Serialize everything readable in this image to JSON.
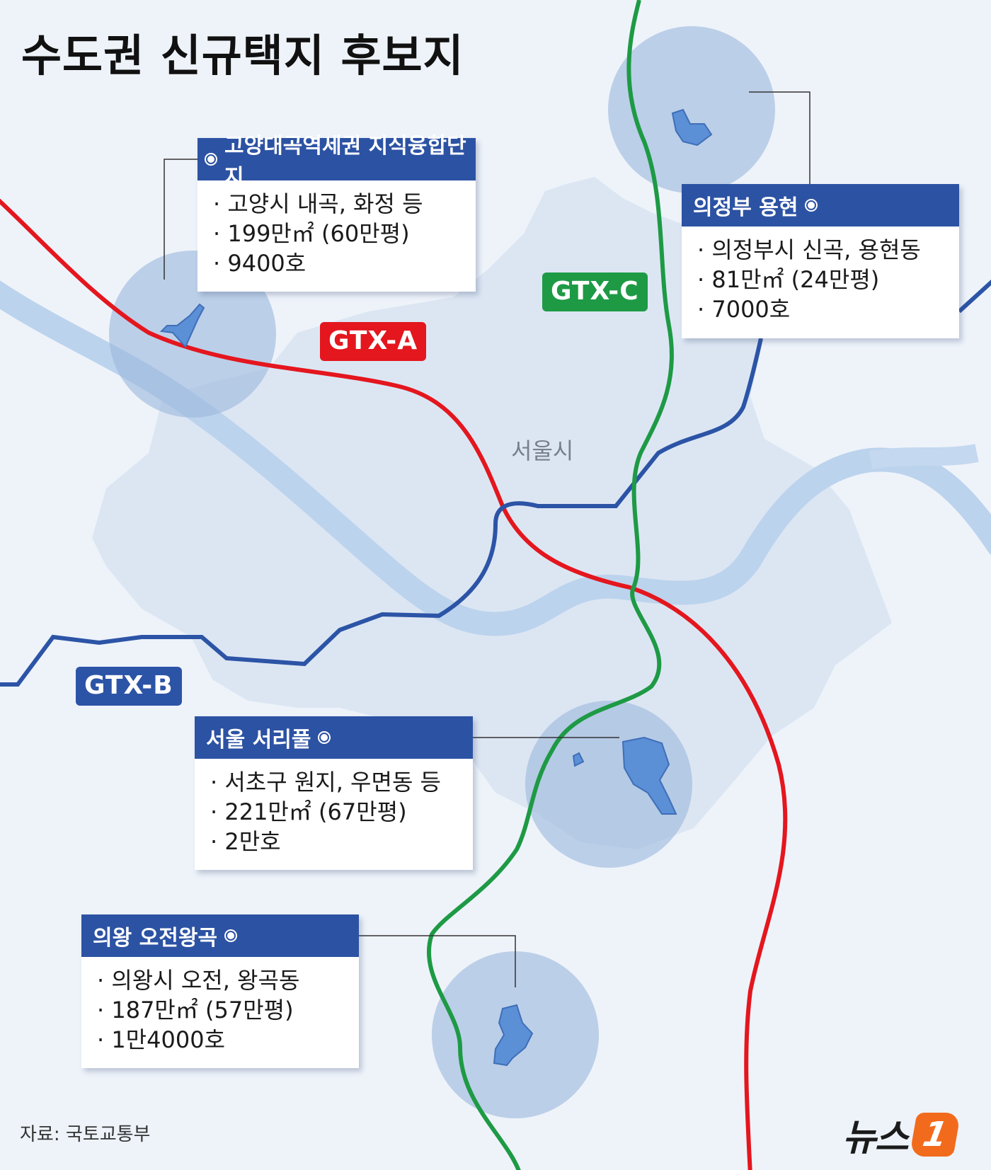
{
  "title": "수도권 신규택지 후보지",
  "city_label": "서울시",
  "lines": [
    {
      "label": "GTX-A",
      "color": "#e4161e"
    },
    {
      "label": "GTX-B",
      "color": "#2c54a6"
    },
    {
      "label": "GTX-C",
      "color": "#1e9a45"
    }
  ],
  "sites": [
    {
      "name": "고양대곡역세권 지식융합단지",
      "items": [
        "고양시 내곡, 화정 등",
        "199만㎡ (60만평)",
        "9400호"
      ]
    },
    {
      "name": "의정부 용현",
      "items": [
        "의정부시 신곡, 용현동",
        "81만㎡ (24만평)",
        "7000호"
      ]
    },
    {
      "name": "서울 서리풀",
      "items": [
        "서초구 원지, 우면동 등",
        "221만㎡ (67만평)",
        "2만호"
      ]
    },
    {
      "name": "의왕 오전왕곡",
      "items": [
        "의왕시 오전, 왕곡동",
        "187만㎡ (57만평)",
        "1만4000호"
      ]
    }
  ],
  "colors": {
    "background": "#eef3fa",
    "seoul_area": "#dde7f3",
    "river": "#b9d1ec",
    "site_circle": "#9bb7dc",
    "site_shape": "#5b8fd6",
    "card_header": "#2c52a3"
  },
  "source": "자료: 국토교통부",
  "logo": {
    "text": "뉴스",
    "mark": "1"
  }
}
